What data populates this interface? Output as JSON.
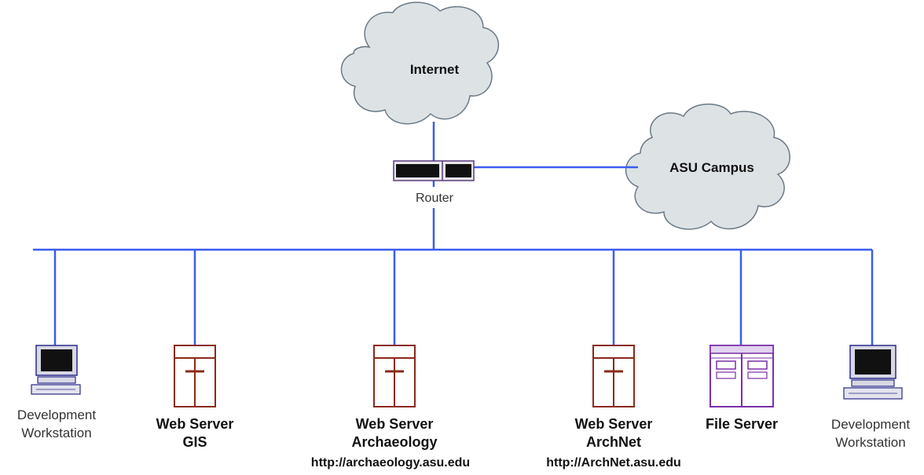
{
  "clouds": {
    "internet": "Internet",
    "campus": "ASU Campus"
  },
  "router": {
    "label": "Router"
  },
  "nodes": [
    {
      "type": "workstation",
      "lines": [
        "Development",
        "Workstation"
      ],
      "url": ""
    },
    {
      "type": "server",
      "lines": [
        "Web Server",
        "GIS"
      ],
      "url": ""
    },
    {
      "type": "server",
      "lines": [
        "Web Server",
        "Archaeology"
      ],
      "url": "http://archaeology.asu.edu"
    },
    {
      "type": "server",
      "lines": [
        "Web Server",
        "ArchNet"
      ],
      "url": "http://ArchNet.asu.edu"
    },
    {
      "type": "fileserver",
      "lines": [
        "File Server"
      ],
      "url": ""
    },
    {
      "type": "workstation",
      "lines": [
        "Development",
        "Workstation"
      ],
      "url": ""
    }
  ],
  "colors": {
    "link": "#3a5cf0",
    "cloud_fill": "#dde2e5",
    "cloud_stroke": "#6a7a86",
    "server": "#8b2a1a",
    "fileserver": "#7b2fa8",
    "workstation": "#2a2a8a"
  }
}
